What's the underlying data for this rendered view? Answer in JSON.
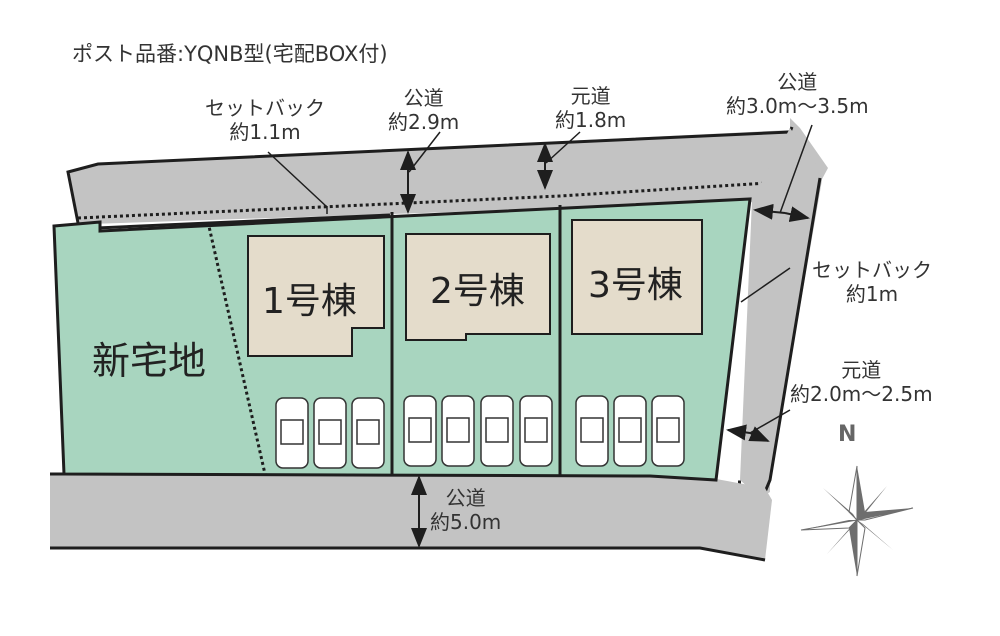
{
  "title": "ポスト品番:YQNB型(宅配BOX付)",
  "colors": {
    "lot_fill": "#a8d5bf",
    "road_fill": "#c3c3c3",
    "building_fill": "#e4dccb",
    "outline": "#1e1e1e",
    "compass": "#6e6e6e"
  },
  "areas": {
    "new_lot": "新宅地",
    "buildings": [
      {
        "label": "1号棟",
        "parking_spaces": 3
      },
      {
        "label": "2号棟",
        "parking_spaces": 4
      },
      {
        "label": "3号棟",
        "parking_spaces": 3
      }
    ]
  },
  "annotations": {
    "setback_north": {
      "line1": "セットバック",
      "line2": "約1.1m"
    },
    "public_road_north": {
      "line1": "公道",
      "line2": "約2.9m"
    },
    "original_road_north": {
      "line1": "元道",
      "line2": "約1.8m"
    },
    "public_road_northeast": {
      "line1": "公道",
      "line2": "約3.0m〜3.5m"
    },
    "setback_east": {
      "line1": "セットバック",
      "line2": "約1m"
    },
    "original_road_east": {
      "line1": "元道",
      "line2": "約2.0m〜2.5m"
    },
    "public_road_south": {
      "line1": "公道",
      "line2": "約5.0m"
    }
  },
  "compass": {
    "north_label": "N"
  }
}
